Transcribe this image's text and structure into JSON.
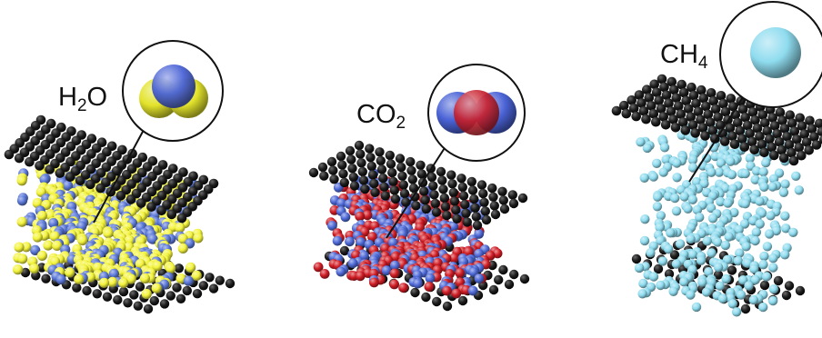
{
  "panels": [
    {
      "id": "water",
      "label": {
        "main": "H",
        "sub": "2",
        "tail": "O"
      },
      "molecule": {
        "type": "triatomic",
        "center_color": "#4a63d6",
        "side_color": "#e3e32c"
      },
      "particles": {
        "primary": "#f3f33c",
        "secondary": "#5b78d8"
      }
    },
    {
      "id": "carbon-dioxide",
      "label": {
        "main": "CO",
        "sub": "2",
        "tail": ""
      },
      "molecule": {
        "type": "linear",
        "center_color": "#c8202e",
        "side_color": "#4a63d6"
      },
      "particles": {
        "primary": "#d01c24",
        "secondary": "#4f6ad8"
      }
    },
    {
      "id": "methane",
      "label": {
        "main": "CH",
        "sub": "4",
        "tail": ""
      },
      "molecule": {
        "type": "single",
        "center_color": "#8fdcef",
        "side_color": ""
      },
      "particles": {
        "primary": "#8fdcef",
        "secondary": "#8fdcef"
      }
    }
  ],
  "colors": {
    "wall": "#1c1c1c",
    "outline": "#111111",
    "bubble_fill": "#ffffff"
  }
}
